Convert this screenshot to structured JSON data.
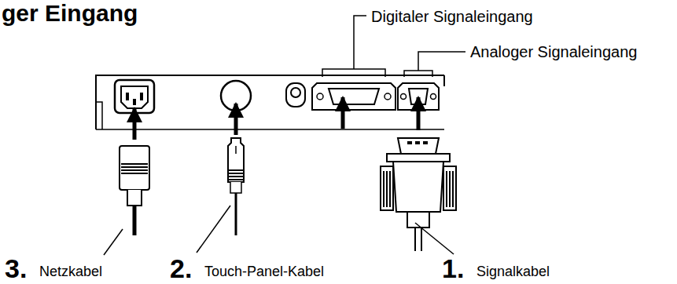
{
  "diagram": {
    "title": "ger Eingang",
    "labels": [
      "Digitaler Signaleingang",
      "Analoger Signaleingang",
      "3.",
      "Netzkabel",
      "2.",
      "Touch-Panel-Kabel",
      "1.",
      "Signalkabel"
    ]
  }
}
